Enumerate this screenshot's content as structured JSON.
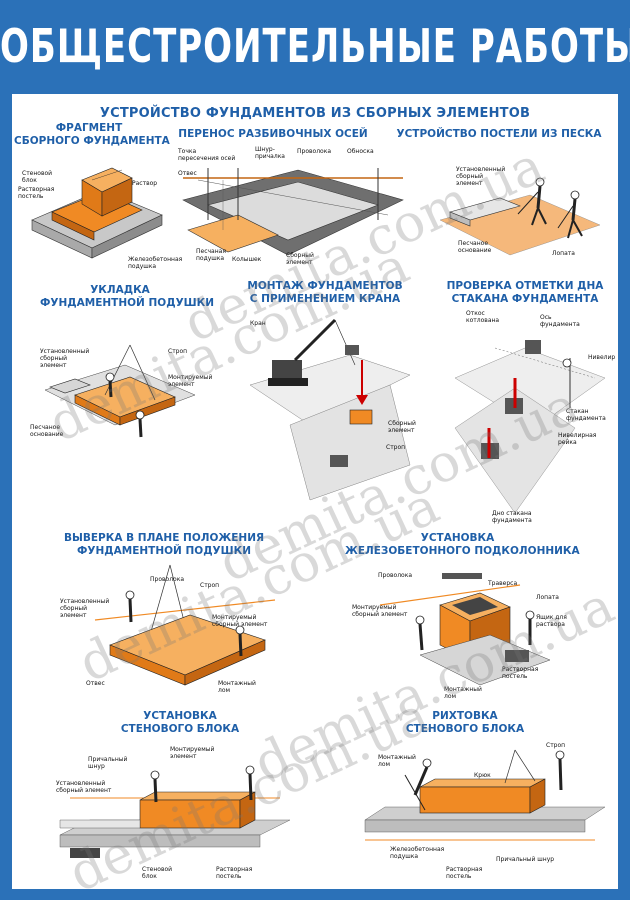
{
  "header": {
    "title": "ОБЩЕСТРОИТЕЛЬНЫЕ РАБОТЫ"
  },
  "subtitle": "УСТРОЙСТВО ФУНДАМЕНТОВ ИЗ СБОРНЫХ ЭЛЕМЕНТОВ",
  "sections": {
    "s1": {
      "title1": "ФРАГМЕНТ",
      "title2": "СБОРНОГО ФУНДАМЕНТА",
      "labels": {
        "a": "Стеновой",
        "a2": "блок",
        "b": "Растворная",
        "b2": "постель",
        "c": "Раствор",
        "d": "Железобетонная",
        "d2": "подушка"
      }
    },
    "s2": {
      "title1": "ПЕРЕНОС РАЗБИВОЧНЫХ ОСЕЙ",
      "labels": {
        "a": "Точка",
        "a2": "пересечения осей",
        "b": "Шнур-",
        "b2": "причалка",
        "c": "Проволока",
        "d": "Обноска",
        "e": "Отвес",
        "f": "Песчаная",
        "f2": "подушка",
        "g": "Колышек",
        "h": "Сборный",
        "h2": "элемент"
      }
    },
    "s3": {
      "title1": "УСТРОЙСТВО ПОСТЕЛИ ИЗ ПЕСКА",
      "labels": {
        "a": "Установленный",
        "a2": "сборный",
        "a3": "элемент",
        "b": "Песчаное",
        "b2": "основание",
        "c": "Лопата"
      }
    },
    "s4": {
      "title1": "УКЛАДКА",
      "title2": "ФУНДАМЕНТНОЙ ПОДУШКИ",
      "labels": {
        "a": "Установленный",
        "a2": "сборный",
        "a3": "элемент",
        "b": "Строп",
        "c": "Монтируемый",
        "c2": "элемент",
        "d": "Песчаное",
        "d2": "основание"
      }
    },
    "s5": {
      "title1": "МОНТАЖ ФУНДАМЕНТОВ",
      "title2": "С ПРИМЕНЕНИЕМ КРАНА",
      "labels": {
        "a": "Кран",
        "b": "Сборный",
        "b2": "элемент",
        "c": "Строп"
      }
    },
    "s6": {
      "title1": "ПРОВЕРКА ОТМЕТКИ ДНА",
      "title2": "СТАКАНА ФУНДАМЕНТА",
      "labels": {
        "a": "Откос",
        "a2": "котлована",
        "b": "Ось",
        "b2": "фундамента",
        "c": "Нивелир",
        "d": "Стакан",
        "d2": "фундамента",
        "e": "Нивелирная",
        "e2": "рейка",
        "f": "Дно стакана",
        "f2": "фундамента"
      }
    },
    "s7": {
      "title1": "ВЫВЕРКА В ПЛАНЕ ПОЛОЖЕНИЯ",
      "title2": "ФУНДАМЕНТНОЙ ПОДУШКИ",
      "labels": {
        "a": "Проволока",
        "b": "Строп",
        "c": "Установленный",
        "c2": "сборный",
        "c3": "элемент",
        "d": "Монтируемый",
        "d2": "сборный элемент",
        "e": "Отвес",
        "f": "Монтажный",
        "f2": "лом"
      }
    },
    "s8": {
      "title1": "УСТАНОВКА",
      "title2": "ЖЕЛЕЗОБЕТОННОГО ПОДКОЛОННИКА",
      "labels": {
        "a": "Проволока",
        "b": "Траверса",
        "c": "Лопата",
        "d": "Монтируемый",
        "d2": "сборный элемент",
        "e": "Ящик для",
        "e2": "раствора",
        "f": "Растворная",
        "f2": "постель",
        "g": "Монтажный",
        "g2": "лом"
      }
    },
    "s9": {
      "title1": "УСТАНОВКА",
      "title2": "СТЕНОВОГО БЛОКА",
      "labels": {
        "a": "Причальный",
        "a2": "шнур",
        "b": "Монтируемый",
        "b2": "элемент",
        "c": "Установленный",
        "c2": "сборный элемент",
        "d": "Стеновой",
        "d2": "блок",
        "e": "Растворная",
        "e2": "постель"
      }
    },
    "s10": {
      "title1": "РИХТОВКА",
      "title2": "СТЕНОВОГО БЛОКА",
      "labels": {
        "a": "Монтажный",
        "a2": "лом",
        "b": "Строп",
        "c": "Крюк",
        "d": "Железобетонная",
        "d2": "подушка",
        "e": "Растворная",
        "e2": "постель",
        "f": "Причальный шнур"
      }
    }
  },
  "watermark": "demita.com.ua",
  "colors": {
    "brand": "#2b71b8",
    "title": "#1f5fa8",
    "block": "#f08a24",
    "block_light": "#f6b060",
    "concrete": "#d9d9d9",
    "gravel": "#6f6f6f"
  }
}
